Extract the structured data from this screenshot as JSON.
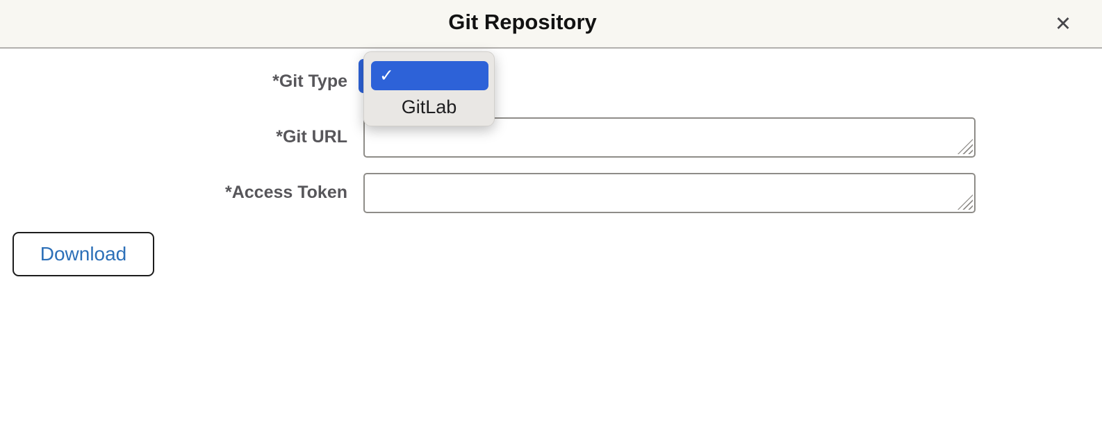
{
  "header": {
    "title": "Git Repository",
    "close_icon": "✕"
  },
  "form": {
    "git_type": {
      "label": "*Git Type",
      "selected_value": ""
    },
    "git_url": {
      "label": "*Git URL",
      "value": ""
    },
    "access_token": {
      "label": "*Access Token",
      "value": ""
    }
  },
  "git_type_dropdown": {
    "checkmark": "✓",
    "options": [
      {
        "label": "",
        "selected": true
      },
      {
        "label": "GitLab",
        "selected": false
      }
    ]
  },
  "buttons": {
    "download": "Download"
  },
  "colors": {
    "highlight_blue": "#2d62d8",
    "download_text_blue": "#2d70b8",
    "header_bg": "#f8f7f2",
    "divider_gray": "#b2b0ad",
    "label_gray": "#57565a",
    "popup_bg": "#e9e7e4",
    "textarea_border": "#8e8c88"
  }
}
